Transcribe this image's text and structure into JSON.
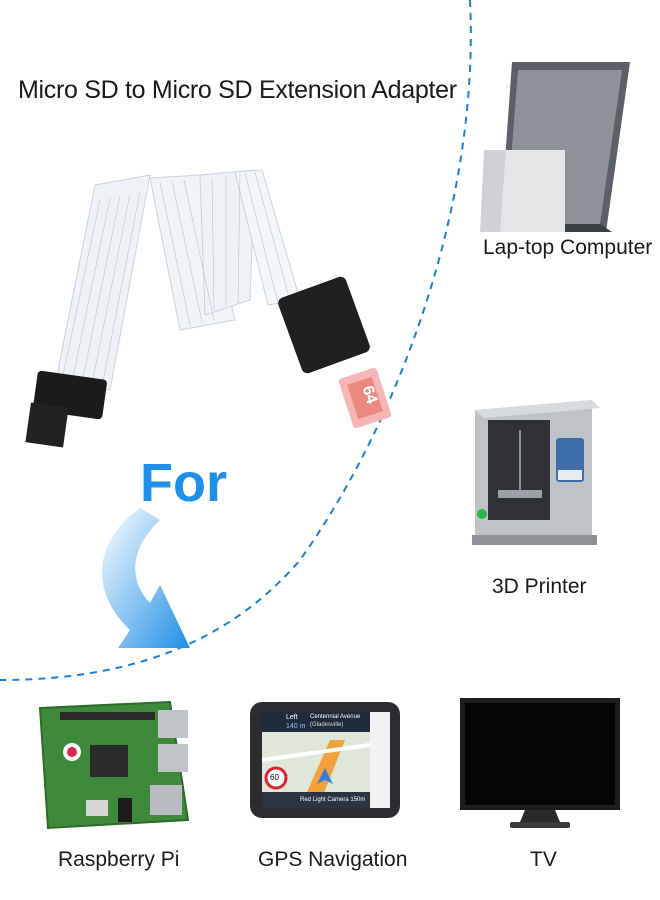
{
  "title": "Micro SD to Micro SD Extension Adapter",
  "for_label": "For",
  "card_label": "64",
  "devices": {
    "laptop": "Lap-top Computer",
    "printer": "3D Printer",
    "raspberry": "Raspberry Pi",
    "gps": "GPS Navigation",
    "tv": "TV"
  },
  "gps_screen": {
    "turn": "Left",
    "distance": "140 m",
    "street": "Centennial Avenue",
    "suburb": "(Gladesville)",
    "speed": "60",
    "alert": "Red Light Camera 150m"
  },
  "colors": {
    "accent": "#1e90e8",
    "dashed_line": "#1b7fd6"
  }
}
